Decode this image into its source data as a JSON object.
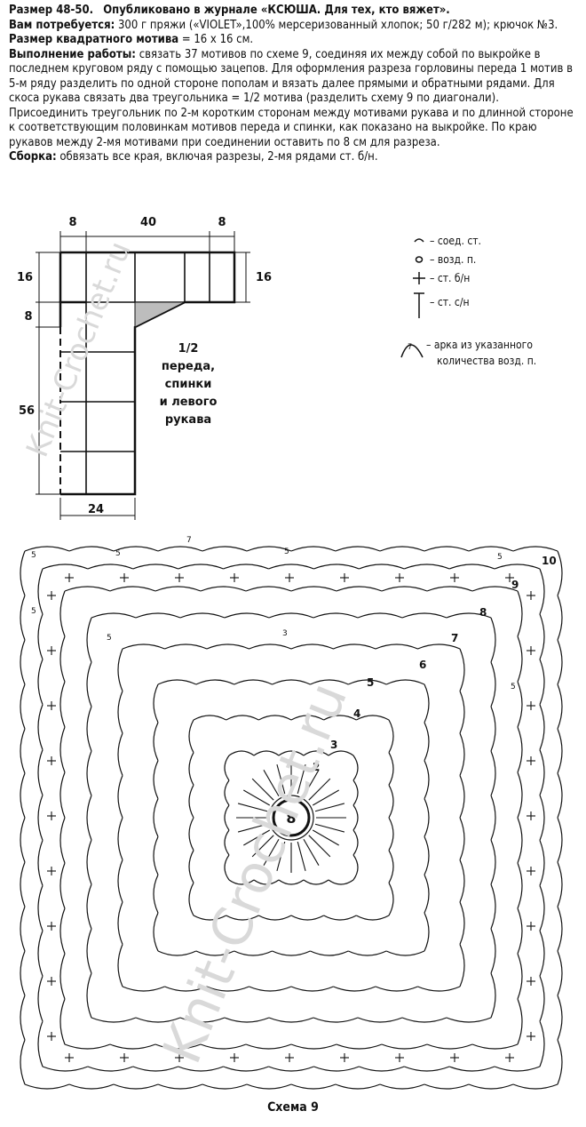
{
  "header": {
    "size": "Размер 48-50.",
    "published": "Опубликовано в журнале «КСЮША. Для тех, кто вяжет».",
    "need_label": "Вам потребуется:",
    "need_text": "300 г пряжи («VIOLET»,100% мерсеризованный хлопок; 50 г/282 м); крючок №3.",
    "motif_label": "Размер квадратного мотива",
    "motif_text": "= 16 х 16 см.",
    "work_label": "Выполнение работы:",
    "work_text": "связать 37 мотивов по схеме 9, соединяя их между собой по выкройке в последнем круговом ряду с помощью зацепов. Для оформления разреза горловины переда 1 мотив в 5-м ряду разделить по одной стороне пополам и вязать далее прямыми и обратными рядами. Для скоса рукава связать два треугольника = 1/2 мотива (разделить схему 9 по диагонали). Присоединить треугольник по 2-м коротким сторонам между мотивами рукава и по длинной стороне к соответствующим половинкам мотивов переда и спинки, как показано на выкройке. По краю рукавов между 2-мя мотивами при соединении оставить по 8 см для разреза.",
    "assembly_label": "Сборка:",
    "assembly_text": "обвязать все края, включая разрезы, 2-мя рядами ст. б/н."
  },
  "pattern": {
    "dim_top_left": "8",
    "dim_top_mid": "40",
    "dim_top_right": "8",
    "dim_left_top": "16",
    "dim_right": "16",
    "dim_left_small": "8",
    "dim_left_long": "56",
    "dim_bottom": "24",
    "label_line1": "1/2",
    "label_line2": "переда,",
    "label_line3": "спинки",
    "label_line4": "и левого",
    "label_line5": "рукава"
  },
  "legend": {
    "item1": "– соед. ст.",
    "item2": "– возд. п.",
    "item3": "– ст. б/н",
    "item4": "– ст. с/н",
    "item5_line1": "– арка из указанного",
    "item5_line2": "количества возд. п.",
    "arch_number": "7"
  },
  "motif": {
    "center": "8",
    "rows": [
      "2",
      "3",
      "4",
      "5",
      "6",
      "7",
      "8",
      "9",
      "10"
    ],
    "chain_label": "5",
    "arch_label": "7",
    "small_label": "3"
  },
  "caption": "Схема 9",
  "watermark": "Knit-Crochet.ru"
}
